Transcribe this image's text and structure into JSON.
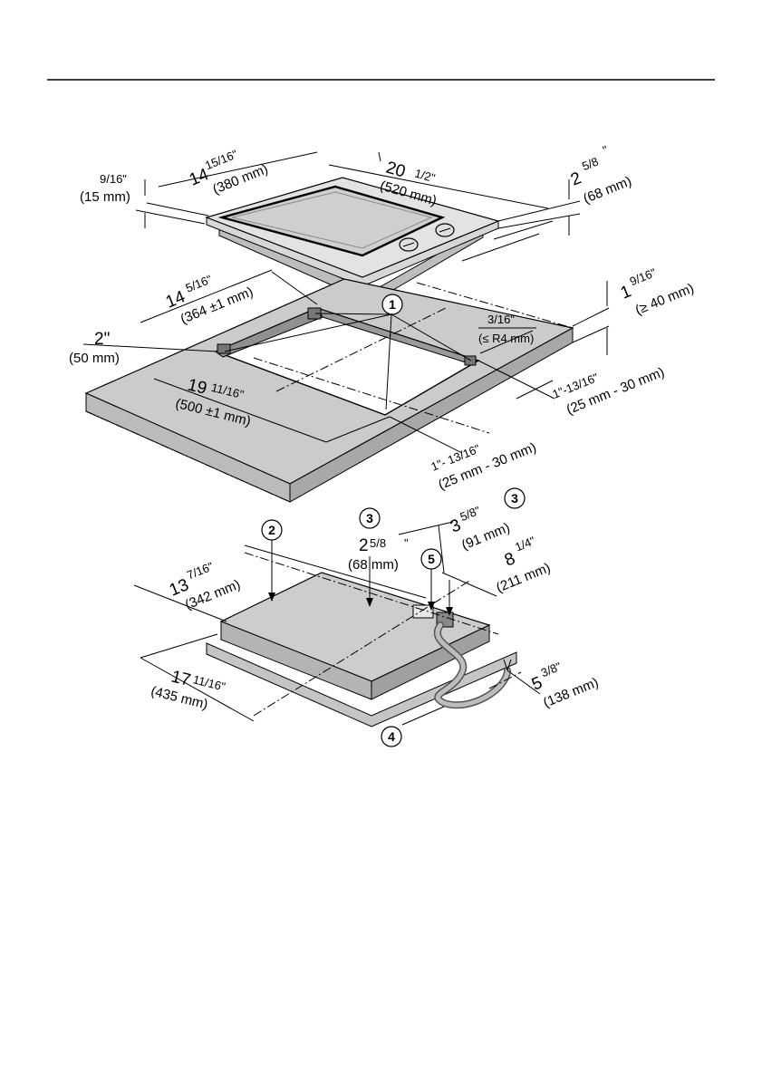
{
  "top_hob": {
    "depth": {
      "whole": "14",
      "frac": "15/16\"",
      "mm": "(380 mm)"
    },
    "width": {
      "whole": "20",
      "frac": "1/2\"",
      "mm": "(520 mm)"
    },
    "height": {
      "whole": "2",
      "frac": "5/8",
      "quote": "\"",
      "mm": "(68 mm)"
    },
    "rim": {
      "frac": "9/16\"",
      "mm": "(15 mm)"
    }
  },
  "cutout": {
    "callout": "1",
    "depth": {
      "whole": "14",
      "frac": "5/16\"",
      "mm": "(364 ±1 mm)"
    },
    "width": {
      "whole": "19",
      "frac": "11/16\"",
      "mm": "(500 ±1 mm)"
    },
    "front_gap": {
      "whole": "2\"",
      "mm": "(50 mm)"
    },
    "radius": {
      "frac": "3/16\"",
      "mm": "(≤ R4 mm)"
    },
    "thickness": {
      "whole": "1",
      "frac": "9/16\"",
      "mm": "(≥ 40 mm)"
    },
    "rear_gap": {
      "text": "1\"- 13/16\"",
      "mm": "(25 mm - 30 mm)"
    },
    "side_gap": {
      "text": "1\"-13/16\"",
      "mm": "(25 mm - 30 mm)"
    }
  },
  "bottom_unit": {
    "callouts": [
      "2",
      "3",
      "3",
      "5",
      "4"
    ],
    "depth": {
      "whole": "13",
      "frac": "7/16\"",
      "mm": "(342 mm)"
    },
    "center_depth": {
      "whole": "2",
      "frac": "5/8",
      "quote": "\"",
      "mm": "(68 mm)"
    },
    "conn_depth": {
      "whole": "3",
      "frac": "5/8\"",
      "mm": "(91 mm)"
    },
    "conn_width": {
      "whole": "8",
      "frac": "1/4\"",
      "mm": "(211 mm)"
    },
    "width": {
      "whole": "17",
      "frac": "11/16\"",
      "mm": "(435 mm)"
    },
    "cable": {
      "whole": "5",
      "frac": "3/8\"",
      "mm": "(138 mm)"
    }
  },
  "colors": {
    "surface": "#c9c9c9",
    "surface_dark": "#a9a9a9",
    "line": "#000000"
  }
}
